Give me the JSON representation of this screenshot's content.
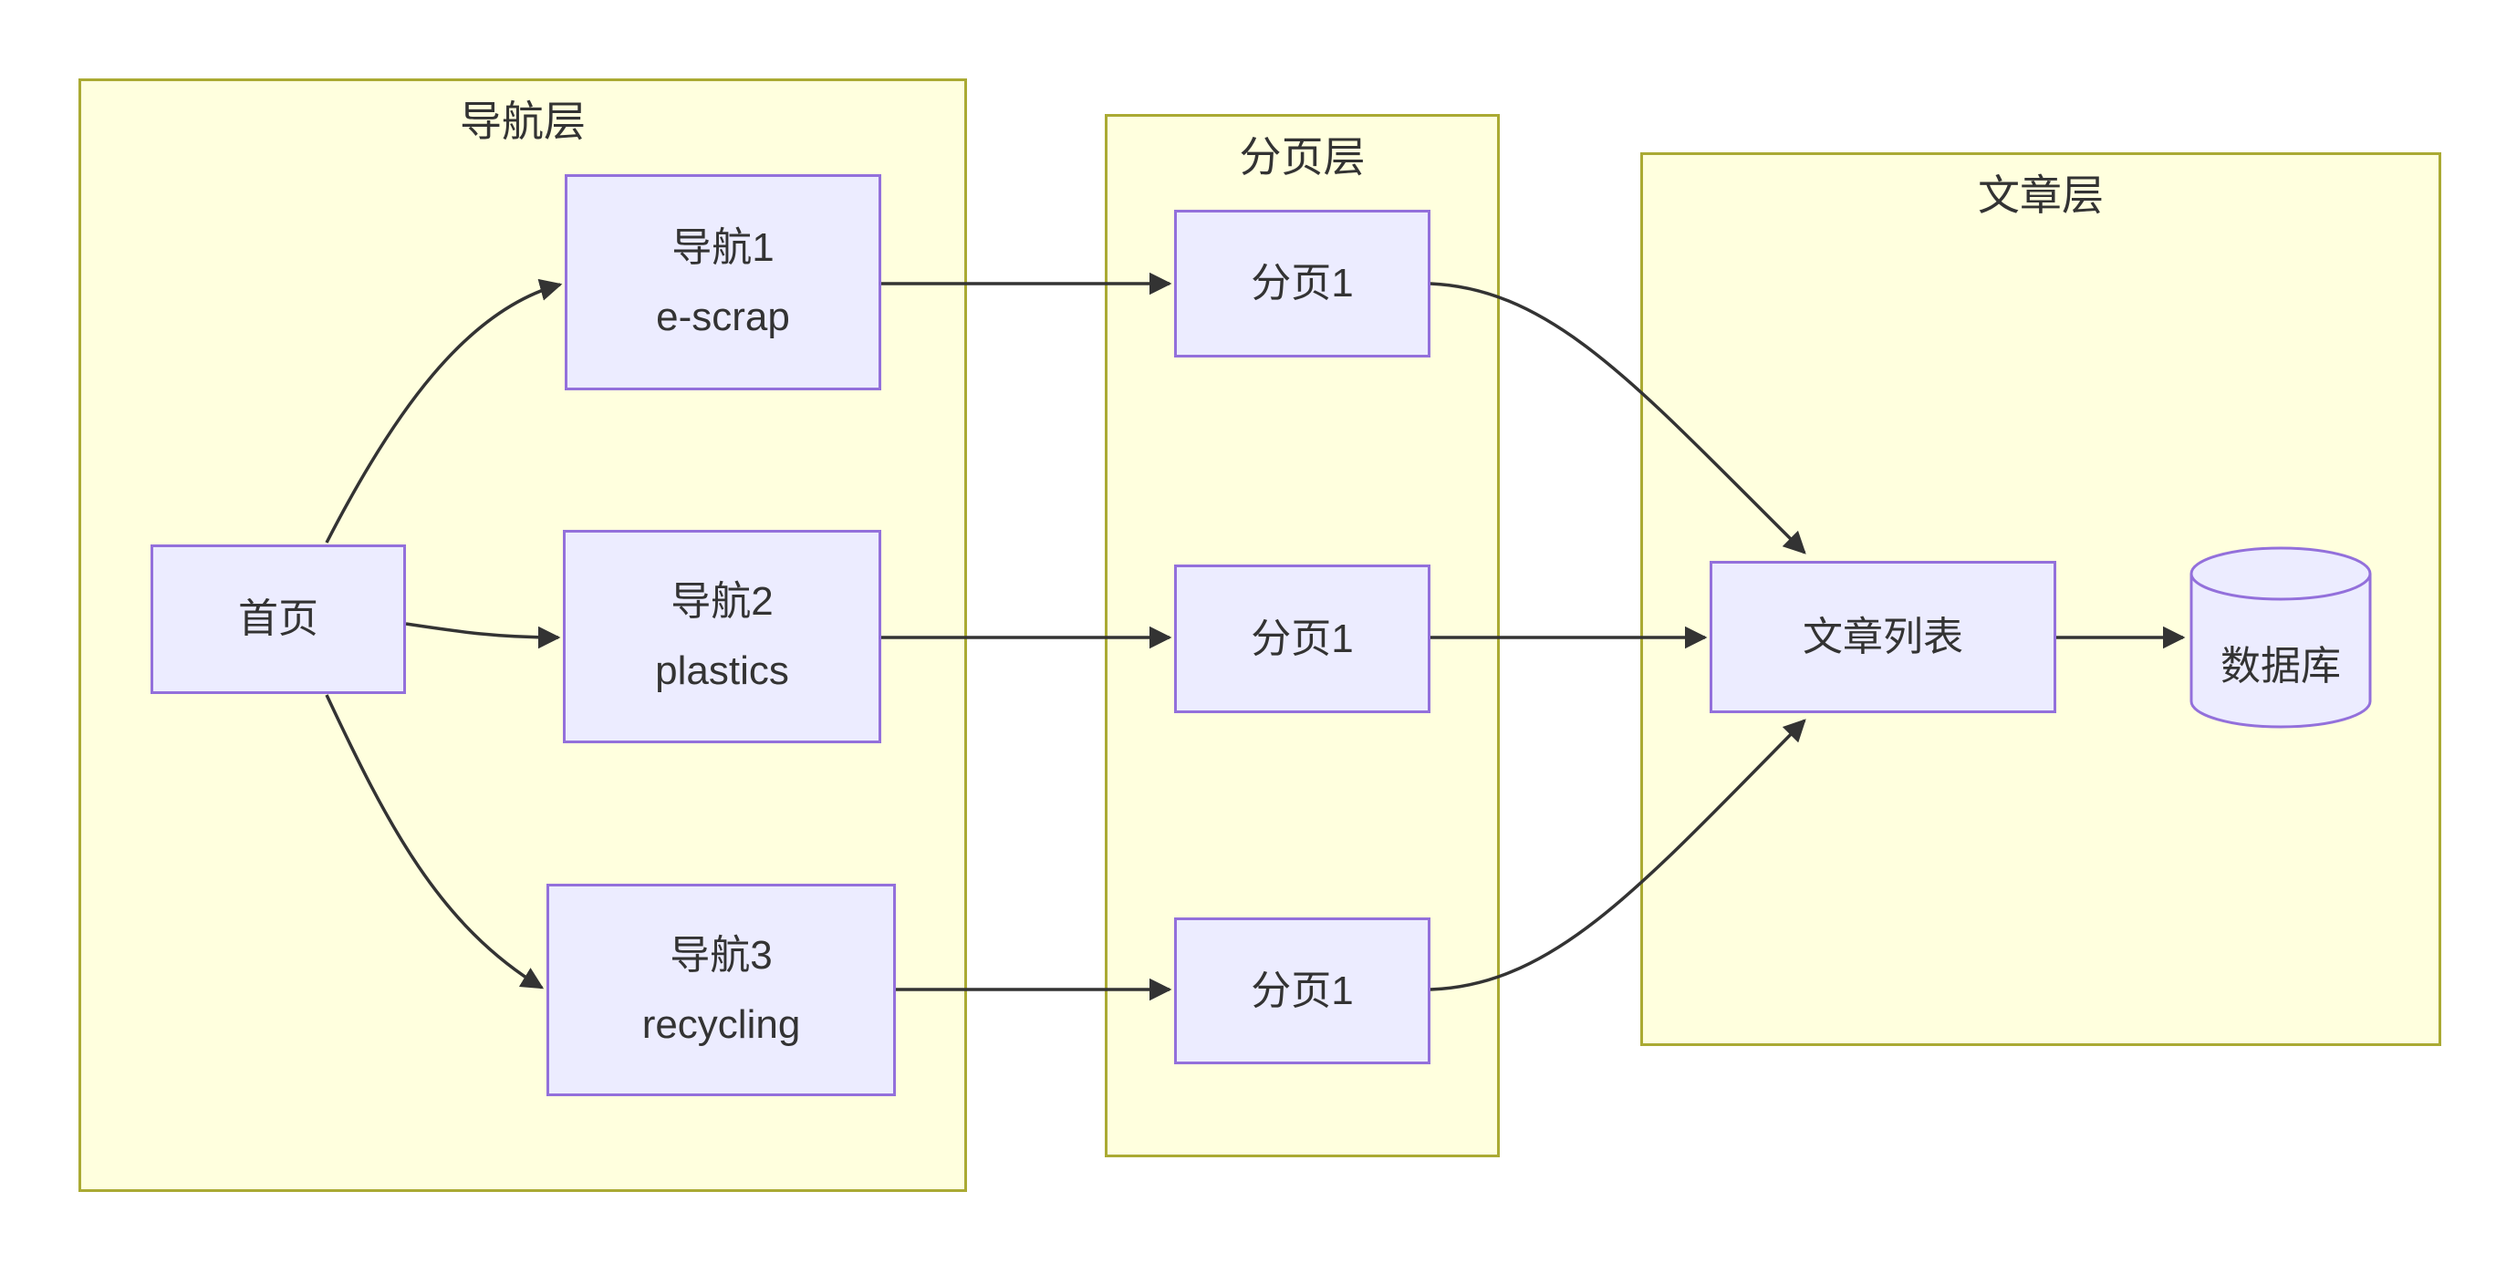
{
  "diagram": {
    "clusters": [
      {
        "id": "nav-layer",
        "label": "导航层"
      },
      {
        "id": "page-layer",
        "label": "分页层"
      },
      {
        "id": "article-layer",
        "label": "文章层"
      }
    ],
    "nodes": {
      "home": {
        "label": "首页"
      },
      "nav1": {
        "line1": "导航1",
        "line2": "e-scrap"
      },
      "nav2": {
        "line1": "导航2",
        "line2": "plastics"
      },
      "nav3": {
        "line1": "导航3",
        "line2": "recycling"
      },
      "page1_top": {
        "label": "分页1"
      },
      "page1_mid": {
        "label": "分页1"
      },
      "page1_bottom": {
        "label": "分页1"
      },
      "article_list": {
        "label": "文章列表"
      },
      "database": {
        "label": "数据库"
      }
    },
    "edges": [
      {
        "from": "首页",
        "to": "导航1 e-scrap"
      },
      {
        "from": "首页",
        "to": "导航2 plastics"
      },
      {
        "from": "首页",
        "to": "导航3 recycling"
      },
      {
        "from": "导航1 e-scrap",
        "to": "分页1 (top)"
      },
      {
        "from": "导航2 plastics",
        "to": "分页1 (middle)"
      },
      {
        "from": "导航3 recycling",
        "to": "分页1 (bottom)"
      },
      {
        "from": "分页1 (top)",
        "to": "文章列表"
      },
      {
        "from": "分页1 (middle)",
        "to": "文章列表"
      },
      {
        "from": "分页1 (bottom)",
        "to": "文章列表"
      },
      {
        "from": "文章列表",
        "to": "数据库"
      }
    ],
    "colors": {
      "background": "#ffffff",
      "cluster_fill": "#ffffde",
      "cluster_border": "#aaaa33",
      "node_fill": "#ECECFF",
      "node_border": "#9370DB",
      "edge": "#333333",
      "text": "#333333"
    }
  }
}
